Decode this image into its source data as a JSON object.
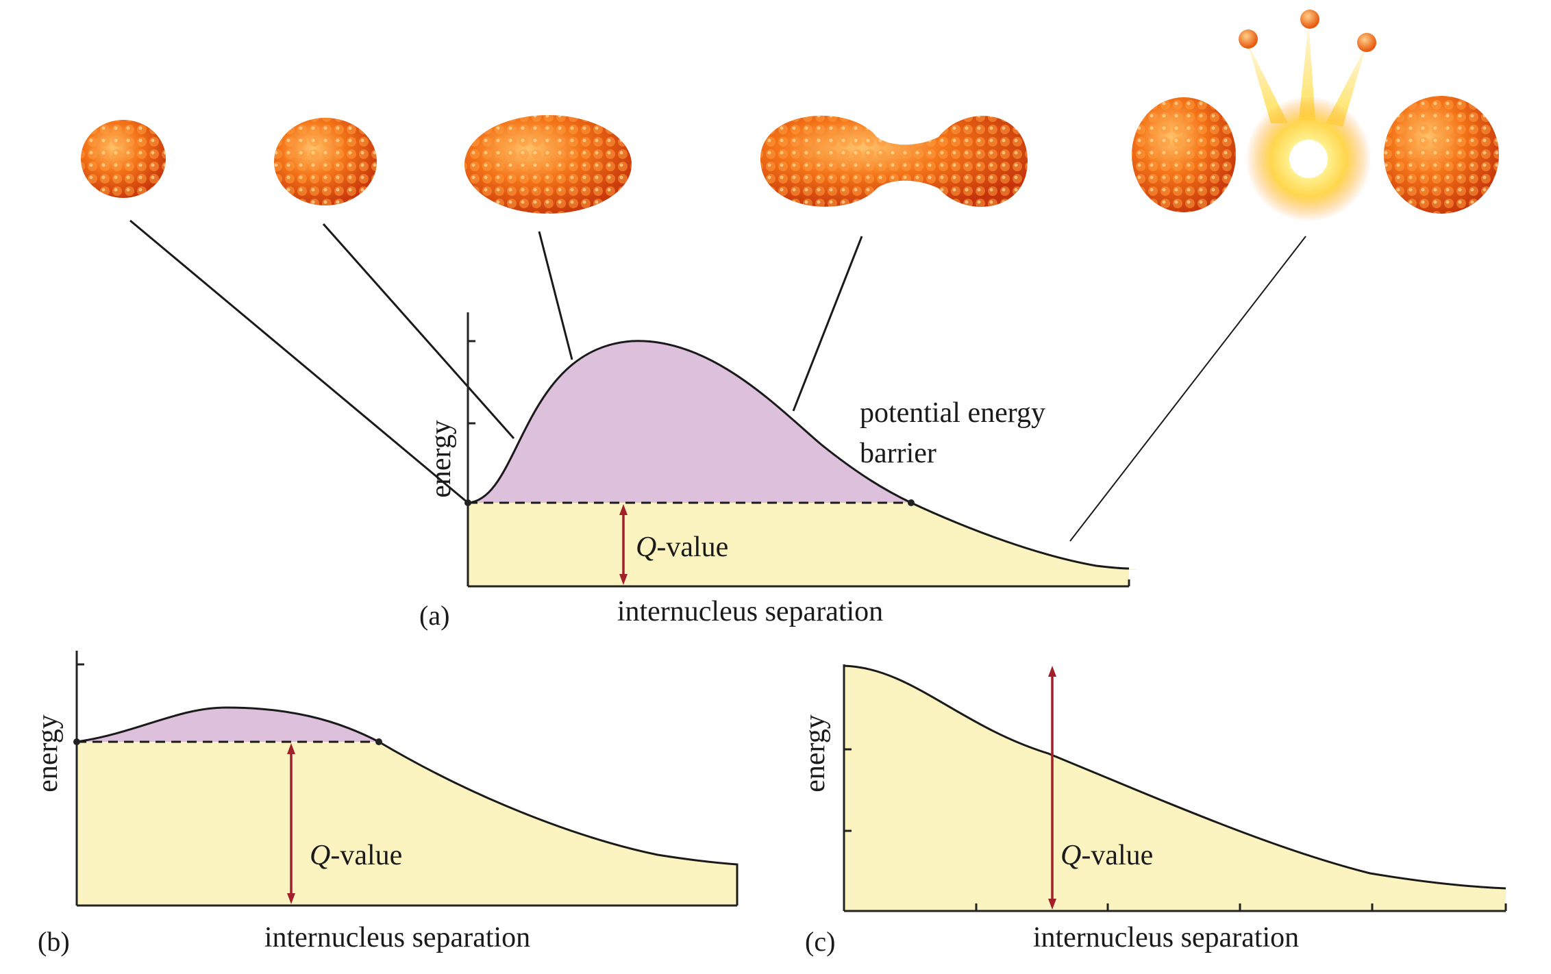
{
  "panel_a": {
    "label": "(a)",
    "y_axis_label": "energy",
    "x_axis_label": "internucleus separation",
    "annotation_line1": "potential energy",
    "annotation_line2": "barrier",
    "q_symbol": "Q",
    "q_suffix": "-value"
  },
  "panel_b": {
    "label": "(b)",
    "y_axis_label": "energy",
    "x_axis_label": "internucleus separation",
    "q_symbol": "Q",
    "q_suffix": "-value"
  },
  "panel_c": {
    "label": "(c)",
    "y_axis_label": "energy",
    "x_axis_label": "internucleus separation",
    "q_symbol": "Q",
    "q_suffix": "-value"
  },
  "colors": {
    "barrier_fill": "#dcc0dc",
    "q_region_fill": "#fbf4c0",
    "q_arrow": "#a3202a",
    "nucleon": "#f26a10"
  },
  "nucleus_stages": [
    "spherical",
    "slightly-deformed",
    "elongated",
    "necked",
    "split-with-neutrons"
  ]
}
